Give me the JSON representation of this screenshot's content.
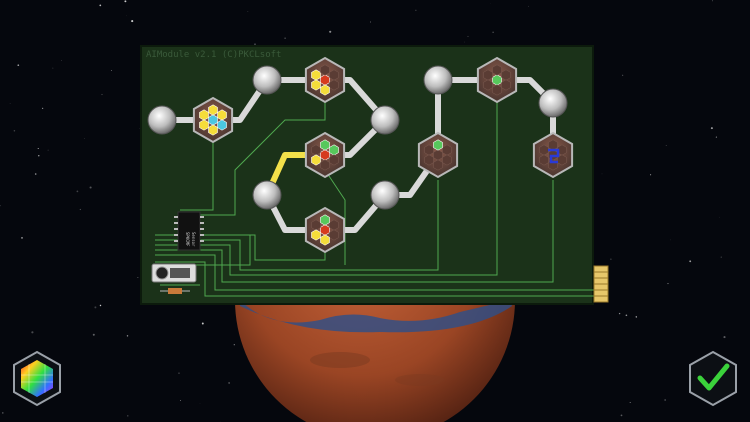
{
  "board": {
    "title": "AIModule v2.1 (C)PKCLsoft"
  },
  "chip": {
    "label_line1": "SPKCMF",
    "label_line2": "Sensor"
  },
  "buttons": {
    "palette_icon": "rainbow-hex-icon",
    "confirm_icon": "checkmark-icon"
  },
  "colors": {
    "board": "#1b3219",
    "trace": "#4fa84f",
    "pipe": "#d9d9d9",
    "pipe_active": "#f2e04a",
    "hex_yellow": "#f5dd3a",
    "hex_cyan": "#4bc6e0",
    "hex_green": "#57c85c",
    "hex_red": "#d63a1e",
    "hex_blue": "#2a3ad6",
    "confirm_green": "#3bd23b"
  }
}
